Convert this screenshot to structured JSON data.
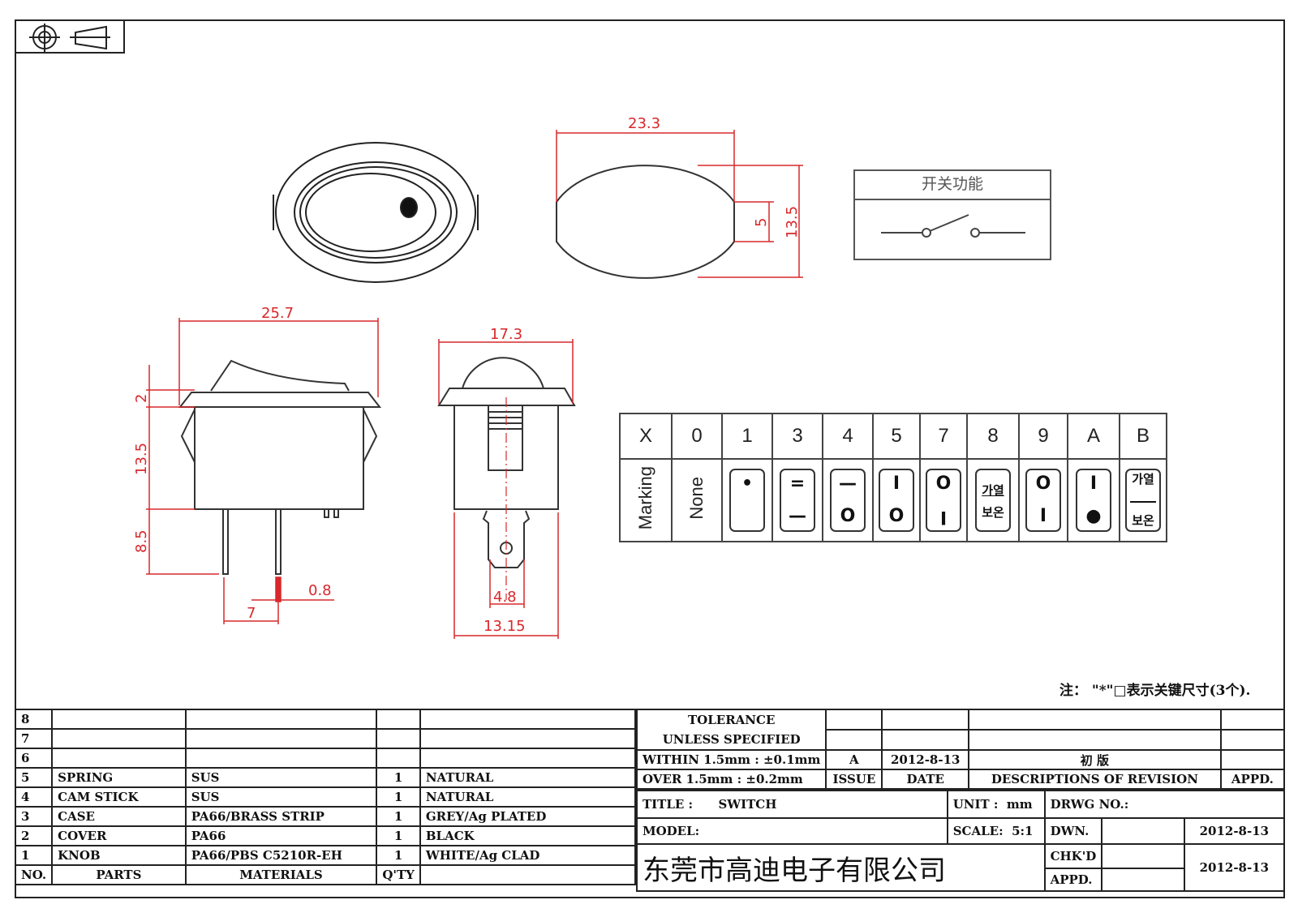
{
  "drawing": {
    "symbols": [
      "centerline-target-icon",
      "third-angle-projection-icon"
    ],
    "views": {
      "top_view": {
        "label": "top view with indicator dot"
      },
      "front_outline": {
        "dimensions": {
          "width": "23.3",
          "flat_height": "5",
          "height": "13.5"
        }
      },
      "side_view": {
        "dimensions": {
          "overall_width": "25.7",
          "flange": "2",
          "body": "13.5",
          "pin_length": "8.5",
          "pin_width": "0.8",
          "pin_pitch": "7"
        }
      },
      "end_view": {
        "dimensions": {
          "flange_width": "17.3",
          "terminal_width": "4.8",
          "body_width": "13.15"
        }
      }
    },
    "switch_function": {
      "title": "开关功能"
    },
    "dimension_color": "#d8282b"
  },
  "marking_table": {
    "header_label": "X",
    "row_label": "Marking",
    "columns": [
      {
        "code": "0",
        "marking": "None",
        "top": "",
        "bottom": ""
      },
      {
        "code": "1",
        "marking": "dot",
        "top": "•",
        "bottom": ""
      },
      {
        "code": "3",
        "marking": "=/-",
        "top": "=",
        "bottom": "—"
      },
      {
        "code": "4",
        "marking": "-/O",
        "top": "—",
        "bottom": "O"
      },
      {
        "code": "5",
        "marking": "I/O",
        "top": "I",
        "bottom": "O"
      },
      {
        "code": "7",
        "marking": "O/I",
        "top": "O",
        "bottom": "I"
      },
      {
        "code": "8",
        "marking": "가열/보온",
        "top": "가열",
        "bottom": "보온"
      },
      {
        "code": "9",
        "marking": "O/I",
        "top": "O",
        "bottom": "I"
      },
      {
        "code": "A",
        "marking": "I/dot",
        "top": "I",
        "bottom": "●"
      },
      {
        "code": "B",
        "marking": "가열—보온",
        "top": "가열",
        "bottom": "보온"
      }
    ]
  },
  "note": "注： \"*\"□表示关键尺寸(3个).",
  "bom": {
    "headers": {
      "no": "NO.",
      "parts": "PARTS",
      "materials": "MATERIALS",
      "qty": "Q'TY"
    },
    "rows": [
      {
        "no": "8",
        "part": "",
        "material": "",
        "qty": "",
        "finish": ""
      },
      {
        "no": "7",
        "part": "",
        "material": "",
        "qty": "",
        "finish": ""
      },
      {
        "no": "6",
        "part": "",
        "material": "",
        "qty": "",
        "finish": ""
      },
      {
        "no": "5",
        "part": "SPRING",
        "material": "SUS",
        "qty": "1",
        "finish": "NATURAL"
      },
      {
        "no": "4",
        "part": "CAM  STICK",
        "material": "SUS",
        "qty": "1",
        "finish": "NATURAL"
      },
      {
        "no": "3",
        "part": "CASE",
        "material": "PA66/BRASS  STRIP",
        "qty": "1",
        "finish": "GREY/Ag  PLATED"
      },
      {
        "no": "2",
        "part": "COVER",
        "material": "PA66",
        "qty": "1",
        "finish": "BLACK"
      },
      {
        "no": "1",
        "part": "KNOB",
        "material": "PA66/PBS  C5210R-EH",
        "qty": "1",
        "finish": "WHITE/Ag  CLAD"
      }
    ]
  },
  "tolerance": {
    "line1": "TOLERANCE",
    "line2": "UNLESS   SPECIFIED",
    "within": "WITHIN  1.5mm : ±0.1mm",
    "over": "OVER  1.5mm : ±0.2mm"
  },
  "revision": {
    "issue": "A",
    "date": "2012-8-13",
    "description": "初  版",
    "headers": {
      "issue": "ISSUE",
      "date": "DATE",
      "description": "DESCRIPTIONS  OF  REVISION",
      "appd": "APPD."
    }
  },
  "title_block": {
    "title_label": "TITLE :",
    "title": "SWITCH",
    "model_label": "MODEL:",
    "unit_label": "UNIT :",
    "unit": "mm",
    "scale_label": "SCALE:",
    "scale": "5:1",
    "drwg_no_label": "DRWG  NO.:",
    "dwn_label": "DWN.",
    "dwn_date": "2012-8-13",
    "chkd_label": "CHK'D",
    "chkd_date": "2012-8-13",
    "appd_label": "APPD.",
    "company": "东莞市高迪电子有限公司"
  }
}
